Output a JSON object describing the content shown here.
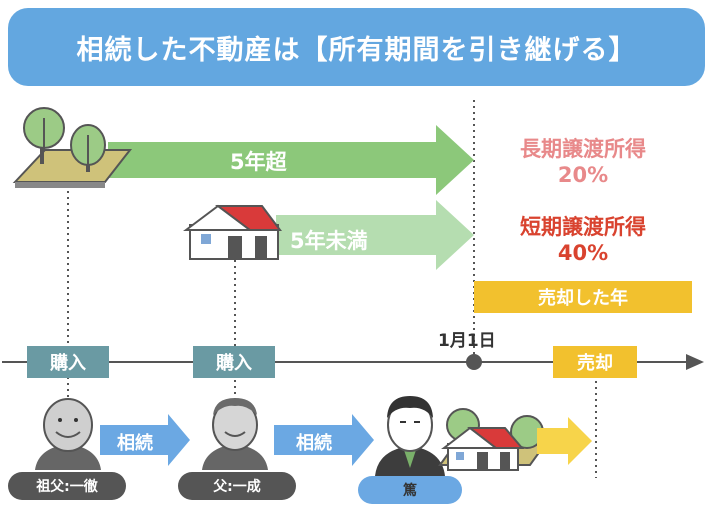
{
  "title": "相続した不動産は【所有期間を引き継げる】",
  "arrows": {
    "long": "5年超",
    "short": "5年未満",
    "inherit_1": "相続",
    "inherit_2": "相続"
  },
  "rates": {
    "long_title": "長期譲渡所得",
    "long_rate": "20%",
    "short_title": "短期譲渡所得",
    "short_rate": "40%"
  },
  "sale_year_label": "売却した年",
  "timeline": {
    "date_label": "1月1日",
    "purchase_1": "購入",
    "purchase_2": "購入",
    "sale": "売却"
  },
  "people": {
    "grandfather": "祖父:一徹",
    "father": "父:一成",
    "son": "篤"
  },
  "colors": {
    "title_bg": "#63a7e0",
    "long_arrow": "#8cc87a",
    "short_arrow": "#b5ddb0",
    "long_text": "#e8898a",
    "short_text": "#d9432f",
    "sale_year_bg": "#f2c12e",
    "timeline_tag": "#6a9aa3",
    "sale_tag": "#f2c12e",
    "inherit_arrow": "#6ba8e3"
  }
}
